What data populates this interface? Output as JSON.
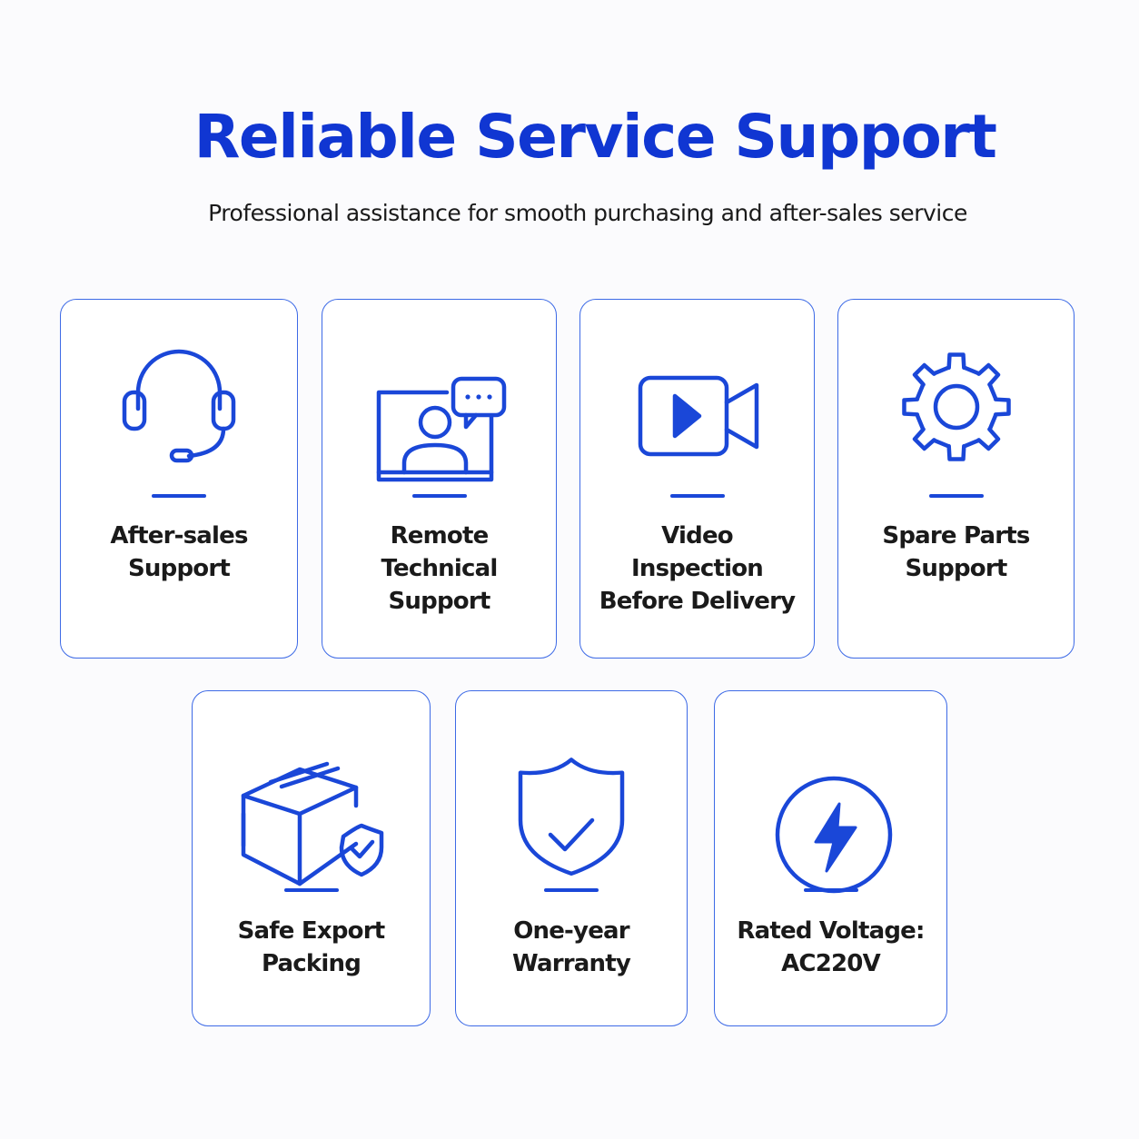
{
  "header": {
    "title": "Reliable Service Support",
    "subtitle": "Professional assistance for smooth purchasing and after-sales service"
  },
  "colors": {
    "accent": "#1a47d8",
    "border": "#3d6ae6",
    "title": "#1036d2",
    "text": "#1a1a1a"
  },
  "cards": [
    {
      "icon": "headset-icon",
      "label": "After-sales\nSupport"
    },
    {
      "icon": "remote-monitor-chat-icon",
      "label": "Remote\nTechnical\nSupport"
    },
    {
      "icon": "video-camera-icon",
      "label": "Video\nInspection\nBefore Delivery"
    },
    {
      "icon": "gear-icon",
      "label": "Spare Parts\nSupport"
    },
    {
      "icon": "package-shield-icon",
      "label": "Safe Export\nPacking"
    },
    {
      "icon": "shield-check-icon",
      "label": "One-year\nWarranty"
    },
    {
      "icon": "lightning-bolt-icon",
      "label": "Rated Voltage:\nAC220V"
    }
  ]
}
